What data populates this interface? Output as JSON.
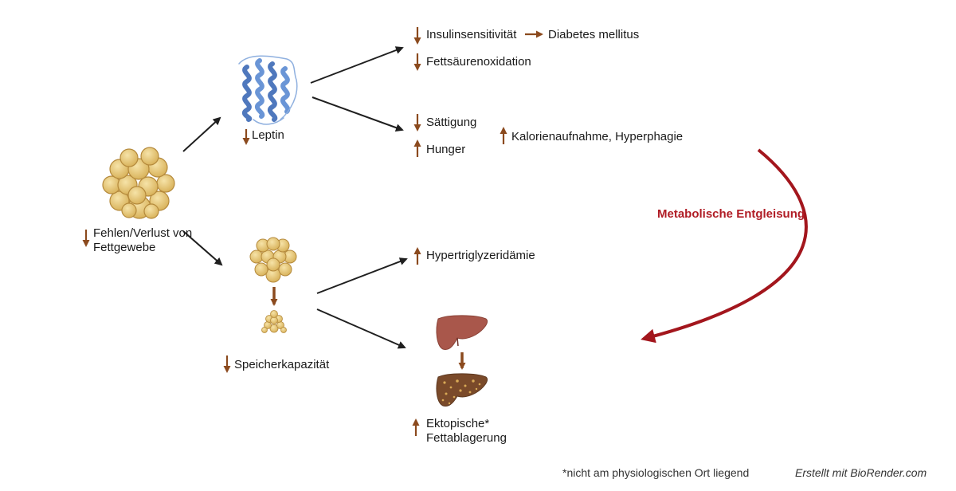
{
  "colors": {
    "arrow_black": "#1f1f1f",
    "arrow_brown": "#8b4a1e",
    "arrow_red": "#a3161d",
    "fat": "#e8c87a",
    "liver_healthy": "#a9574b",
    "liver_fatty": "#7a4a2a",
    "protein": "#5b86c9"
  },
  "labels": {
    "loss": "Fehlen/Verlust von Fettgewebe",
    "leptin": "Leptin",
    "insulin": "Insulinsensitivität",
    "diabetes": "Diabetes mellitus",
    "fatty_acid": "Fettsäurenoxidation",
    "satiety": "Sättigung",
    "hunger": "Hunger",
    "calories": "Kalorienaufnahme, Hyperphagie",
    "metabolic": "Metabolische Entgleisung",
    "hypertrig": "Hypertriglyzeridämie",
    "storage": "Speicherkapazität",
    "ectopic": "Ektopische* Fettablagerung"
  },
  "footer": {
    "note": "*nicht am physiologischen Ort liegend",
    "credit": "Erstellt mit BioRender.com"
  },
  "icons": {
    "decrease": "arrow-down-icon",
    "increase": "arrow-up-icon",
    "leads_to": "arrow-right-icon",
    "fat_tissue": "fat-tissue-icon",
    "leptin_protein": "leptin-protein-icon",
    "liver": "liver-icon",
    "fatty_liver": "fatty-liver-icon"
  }
}
